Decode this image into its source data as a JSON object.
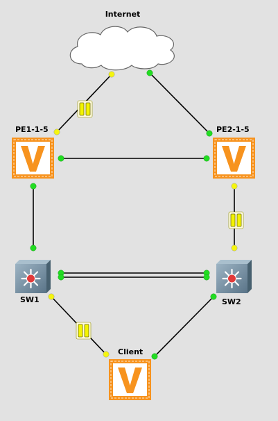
{
  "topology": {
    "nodes": {
      "internet": {
        "label": "Internet",
        "kind": "cloud"
      },
      "pe1": {
        "label": "PE1-1-5",
        "kind": "router"
      },
      "pe2": {
        "label": "PE2-1-5",
        "kind": "router"
      },
      "sw1": {
        "label": "SW1",
        "kind": "switch"
      },
      "sw2": {
        "label": "SW2",
        "kind": "switch"
      },
      "client": {
        "label": "Client",
        "kind": "router"
      }
    },
    "links": [
      {
        "from": "internet",
        "to": "pe1",
        "status": "yellow",
        "paused": true
      },
      {
        "from": "internet",
        "to": "pe2",
        "status": "green",
        "paused": false
      },
      {
        "from": "pe1",
        "to": "pe2",
        "status": "green",
        "paused": false
      },
      {
        "from": "pe1",
        "to": "sw1",
        "status": "green",
        "paused": false
      },
      {
        "from": "pe2",
        "to": "sw2",
        "status": "yellow",
        "paused": true
      },
      {
        "from": "sw1",
        "to": "sw2",
        "status": "green",
        "paused": false,
        "count": 2
      },
      {
        "from": "sw1",
        "to": "client",
        "status": "yellow",
        "paused": true
      },
      {
        "from": "sw2",
        "to": "client",
        "status": "green",
        "paused": false
      }
    ],
    "colors": {
      "background": "#e2e2e2",
      "link": "#000000",
      "status_green": "#22dd22",
      "status_yellow": "#f5f50f",
      "router_orange": "#f7931e",
      "switch_blue": "#6e8ca0",
      "switch_center": "#e23a3a",
      "pause_yellow": "#f4f400",
      "cloud_fill": "#ffffff"
    },
    "icons": {
      "cloud": "cloud-icon",
      "router": "vyos-router-icon",
      "switch": "l3-switch-icon",
      "pause": "pause-icon"
    }
  }
}
